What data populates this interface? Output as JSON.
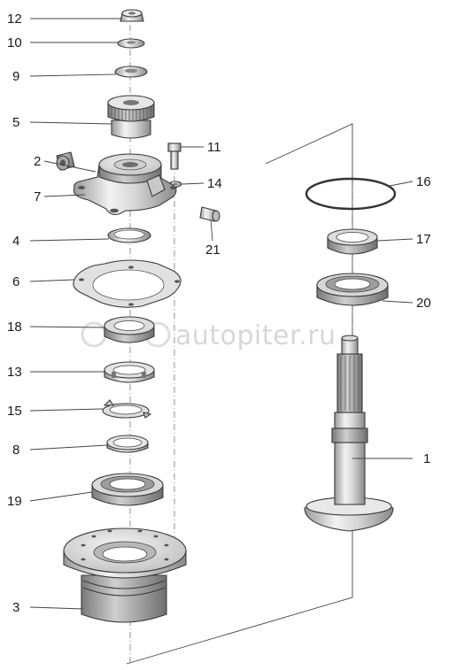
{
  "diagram": {
    "callouts": [
      {
        "id": "12",
        "label": "12"
      },
      {
        "id": "10",
        "label": "10"
      },
      {
        "id": "9",
        "label": "9"
      },
      {
        "id": "5",
        "label": "5"
      },
      {
        "id": "11",
        "label": "11"
      },
      {
        "id": "2",
        "label": "2"
      },
      {
        "id": "14",
        "label": "14"
      },
      {
        "id": "7",
        "label": "7"
      },
      {
        "id": "21",
        "label": "21"
      },
      {
        "id": "4",
        "label": "4"
      },
      {
        "id": "6",
        "label": "6"
      },
      {
        "id": "18",
        "label": "18"
      },
      {
        "id": "13",
        "label": "13"
      },
      {
        "id": "15",
        "label": "15"
      },
      {
        "id": "8",
        "label": "8"
      },
      {
        "id": "19",
        "label": "19"
      },
      {
        "id": "3",
        "label": "3"
      },
      {
        "id": "16",
        "label": "16"
      },
      {
        "id": "17",
        "label": "17"
      },
      {
        "id": "20",
        "label": "20"
      },
      {
        "id": "1",
        "label": "1"
      }
    ],
    "watermark": "autopiter.ru"
  }
}
